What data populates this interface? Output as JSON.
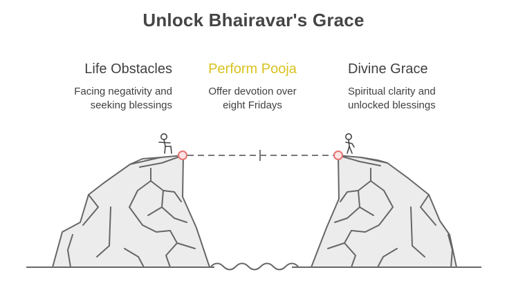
{
  "title": "Unlock Bhairavar's Grace",
  "columns": [
    {
      "heading": "Life Obstacles",
      "description_lines": [
        "Facing negativity and",
        "seeking blessings"
      ]
    },
    {
      "heading": "Perform Pooja",
      "description_lines": [
        "Offer devotion over",
        "eight Fridays"
      ]
    },
    {
      "heading": "Divine Grace",
      "description_lines": [
        "Spiritual clarity and",
        "unlocked blessings"
      ]
    }
  ],
  "colors": {
    "text": "#3f3f3f",
    "title": "#454545",
    "accent_yellow": "#d9c21f",
    "rock_fill": "#ececec",
    "rock_stroke": "#666666",
    "marker": "#e57373",
    "marker_fill": "#fde3e3"
  },
  "icons": [
    "person-sitting-icon",
    "person-standing-icon"
  ]
}
